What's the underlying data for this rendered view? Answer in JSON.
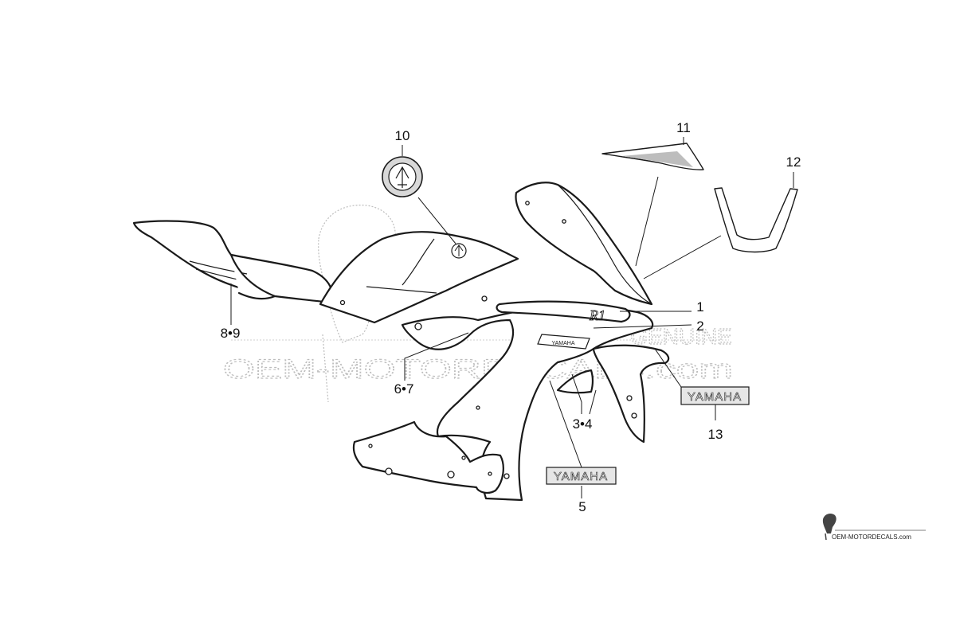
{
  "diagram": {
    "callouts": [
      {
        "id": "1",
        "label": "1"
      },
      {
        "id": "2",
        "label": "2"
      },
      {
        "id": "3-4",
        "label": "3•4"
      },
      {
        "id": "5",
        "label": "5"
      },
      {
        "id": "6-7",
        "label": "6•7"
      },
      {
        "id": "8-9",
        "label": "8•9"
      },
      {
        "id": "10",
        "label": "10"
      },
      {
        "id": "11",
        "label": "11"
      },
      {
        "id": "12",
        "label": "12"
      },
      {
        "id": "13",
        "label": "13"
      }
    ],
    "decals": {
      "badge_5": "YAMAHA",
      "badge_13": "YAMAHA",
      "side_logo": "YAMAHA",
      "model_mark": "R1"
    }
  },
  "watermark": {
    "main": "OEM-MOTORDECALS.com",
    "stamp": "GENUINE",
    "corner": "OEM-MOTORDECALS.com"
  },
  "colors": {
    "line": "#1a1a1a",
    "watermark": "#bdbdbd",
    "background": "#ffffff"
  }
}
